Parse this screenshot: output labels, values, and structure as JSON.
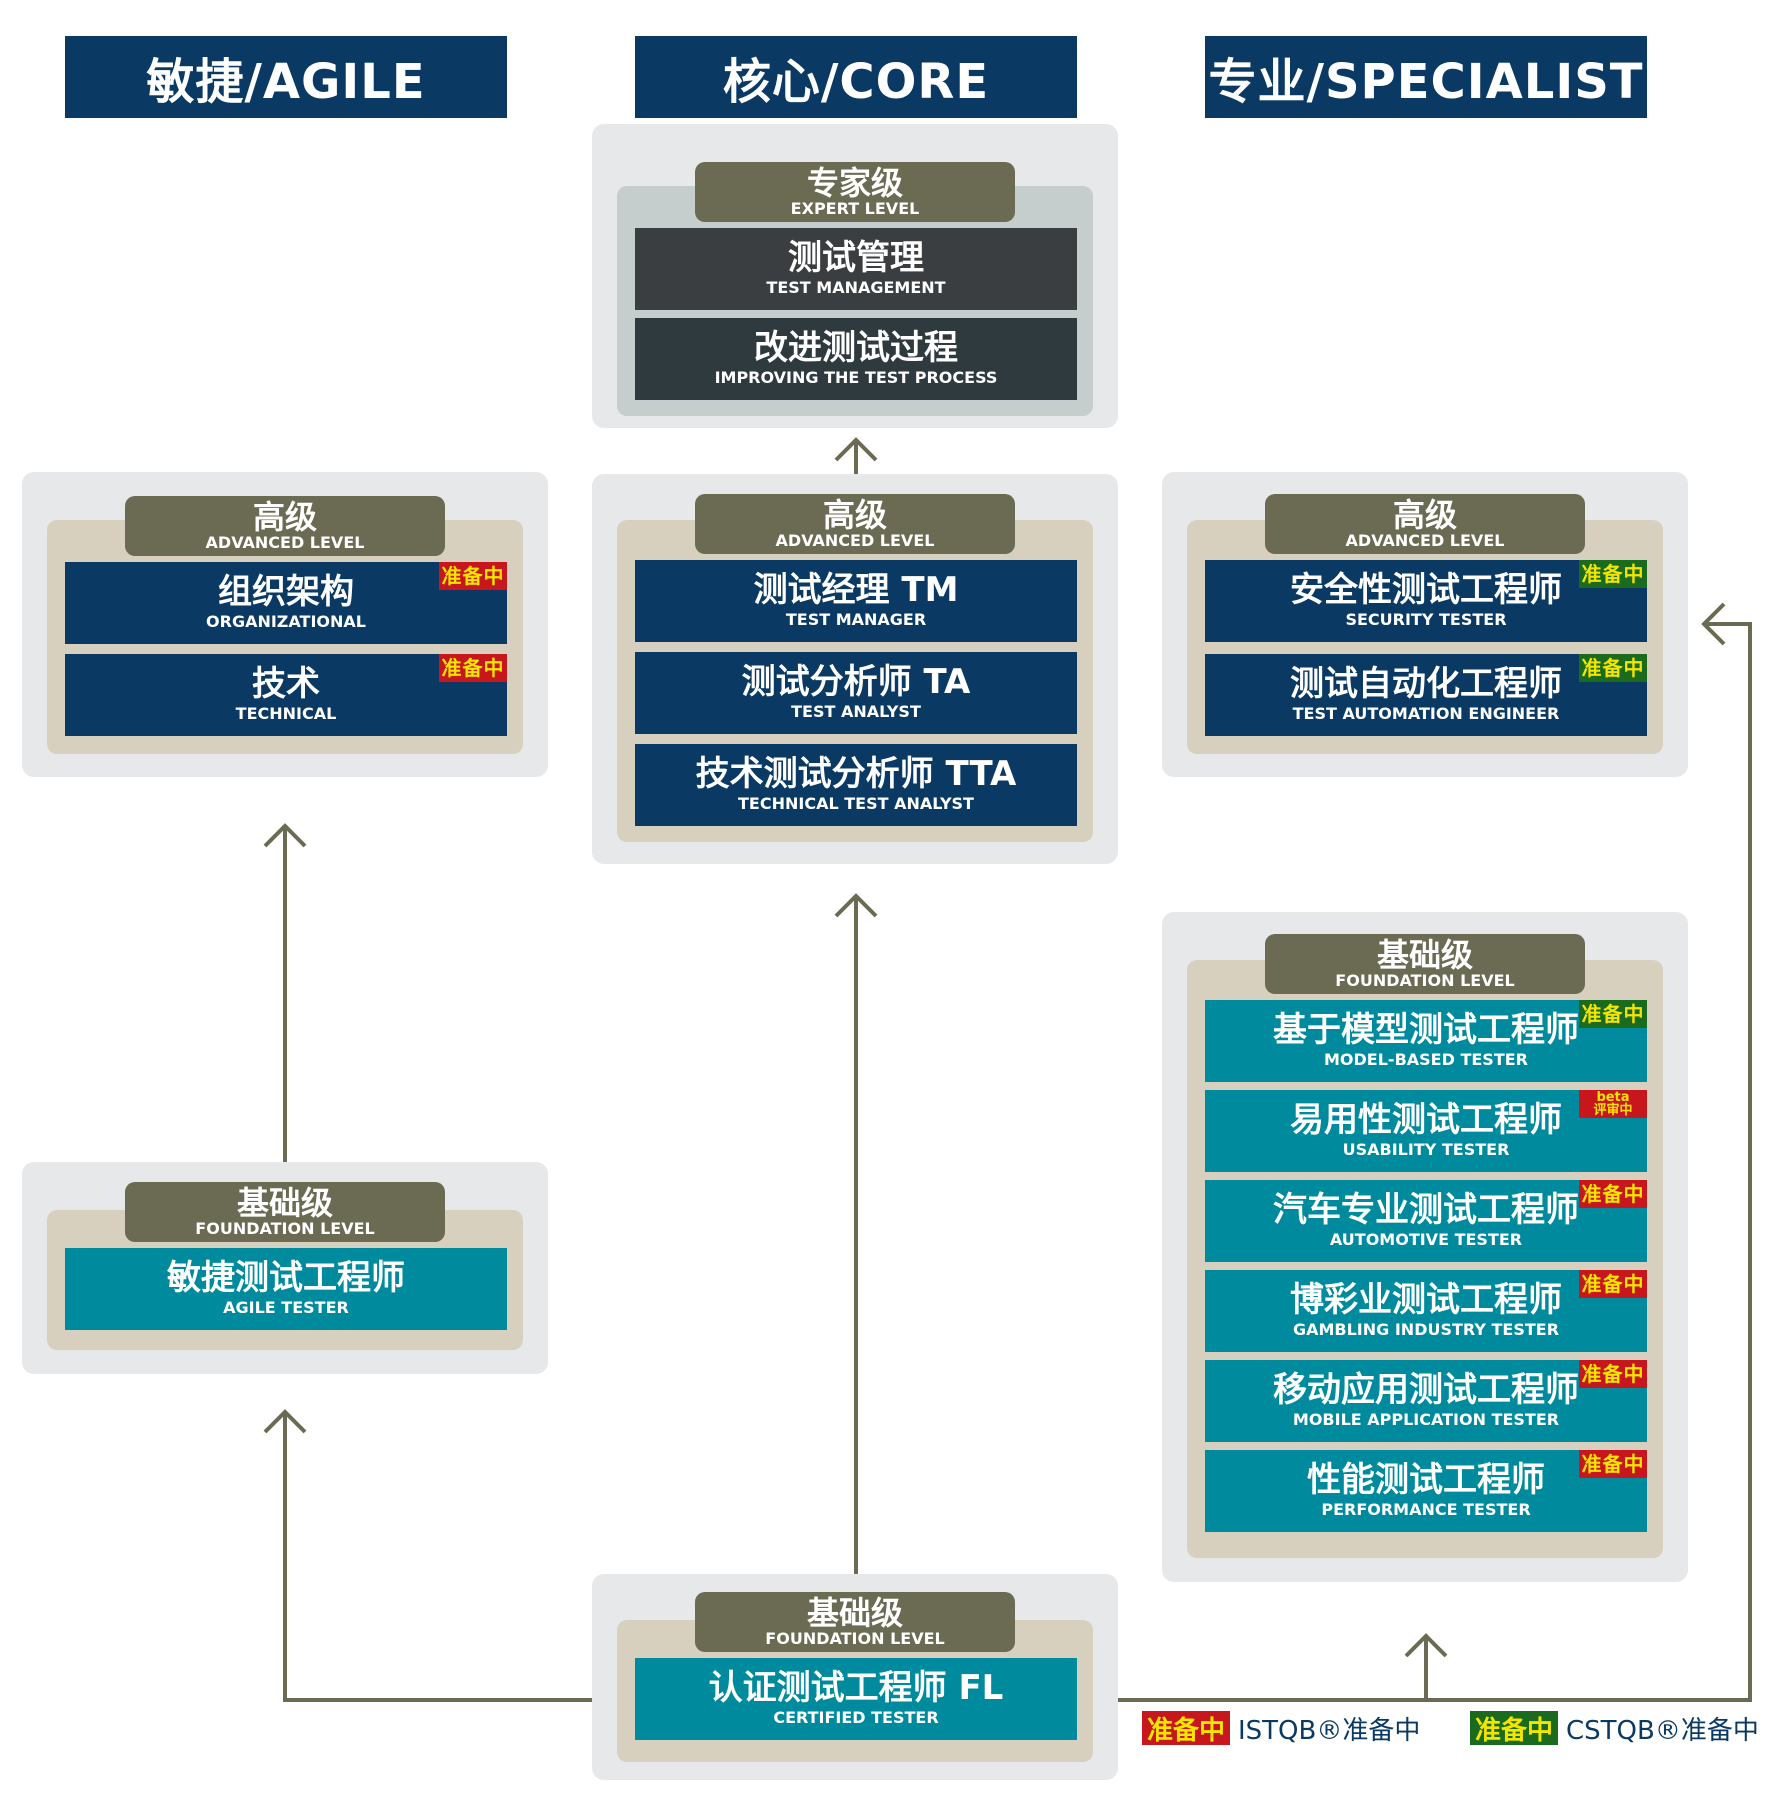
{
  "columns": {
    "agile": "敏捷/AGILE",
    "core": "核心/CORE",
    "specialist": "专业/SPECIALIST"
  },
  "levels": {
    "expert": {
      "zh": "专家级",
      "en": "EXPERT LEVEL"
    },
    "advanced": {
      "zh": "高级",
      "en": "ADVANCED LEVEL"
    },
    "foundation": {
      "zh": "基础级",
      "en": "FOUNDATION LEVEL"
    }
  },
  "badges": {
    "preparing": "准备中",
    "beta_top": "beta",
    "beta_bottom": "评审中"
  },
  "core": {
    "expert": [
      {
        "zh": "测试管理",
        "en": "TEST MANAGEMENT"
      },
      {
        "zh": "改进测试过程",
        "en": "IMPROVING THE TEST PROCESS"
      }
    ],
    "advanced": [
      {
        "zh": "测试经理 TM",
        "en": "TEST MANAGER"
      },
      {
        "zh": "测试分析师 TA",
        "en": "TEST ANALYST"
      },
      {
        "zh": "技术测试分析师 TTA",
        "en": "TECHNICAL TEST ANALYST"
      }
    ],
    "foundation": [
      {
        "zh": "认证测试工程师 FL",
        "en": "CERTIFIED TESTER"
      }
    ]
  },
  "agile": {
    "advanced": [
      {
        "zh": "组织架构",
        "en": "ORGANIZATIONAL"
      },
      {
        "zh": "技术",
        "en": "TECHNICAL"
      }
    ],
    "foundation": [
      {
        "zh": "敏捷测试工程师",
        "en": "AGILE TESTER"
      }
    ]
  },
  "specialist": {
    "advanced": [
      {
        "zh": "安全性测试工程师",
        "en": "SECURITY TESTER"
      },
      {
        "zh": "测试自动化工程师",
        "en": "TEST AUTOMATION ENGINEER"
      }
    ],
    "foundation": [
      {
        "zh": "基于模型测试工程师",
        "en": "MODEL-BASED TESTER"
      },
      {
        "zh": "易用性测试工程师",
        "en": "USABILITY TESTER"
      },
      {
        "zh": "汽车专业测试工程师",
        "en": "AUTOMOTIVE TESTER"
      },
      {
        "zh": "博彩业测试工程师",
        "en": "GAMBLING INDUSTRY TESTER"
      },
      {
        "zh": "移动应用测试工程师",
        "en": "MOBILE APPLICATION TESTER"
      },
      {
        "zh": "性能测试工程师",
        "en": "PERFORMANCE TESTER"
      }
    ]
  },
  "legend": {
    "istqb": "ISTQB®准备中",
    "cstqb": "CSTQB®准备中"
  },
  "colors": {
    "navy": "#0a3a63",
    "teal": "#008a9d",
    "olive": "#6b6a52",
    "badge_red": "#c8161d",
    "badge_green": "#1a6b1d",
    "badge_text": "#f3e500"
  }
}
